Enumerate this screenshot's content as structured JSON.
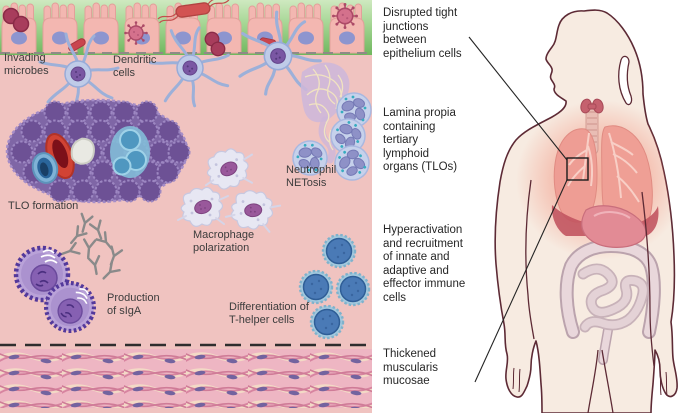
{
  "figure": {
    "type": "medical-illustration",
    "panel": {
      "labels": {
        "invading_microbes": "Invading\nmicrobes",
        "dendritic_cells": "Dendritic\ncells",
        "tlo_formation": "TLO formation",
        "neutrophil_netosis": "Neutrophil\nNETosis",
        "macrophage_polarization": "Macrophage\npolarization",
        "production_of_siga": "Production\nof sIgA",
        "differentiation_t_helper": "Differentiation of\nT-helper cells"
      }
    },
    "annotations": {
      "disrupted_junctions": "Disrupted tight\njunctions\nbetween\nepithelium cells",
      "lamina_propria_tlos": "Lamina propia\ncontaining\ntertiary\nlymphoid\norgans (TLOs)",
      "hyperactivation": "Hyperactivation\nand recruitment\nof innate and\nadaptive and\neffector immune\ncells",
      "thickened_muscularis": "Thickened\nmuscularis\nmucosae"
    },
    "colors": {
      "label_text": "#3c3c3c",
      "annotation_text": "#262626",
      "lamina_propria_pink": "#f0c3c0",
      "epithelium_green": "#7cc163",
      "epithelial_cell_pink": "#f3b7b1",
      "tlo_purple": "#7f66a6",
      "microbe_red": "#a83d5c",
      "dendritic_cell_blue": "#bfcbe8",
      "neutrophil_blue": "#c6d1eb",
      "t_helper_blue": "#4a7ab6",
      "plasma_cell_purple": "#b9a2d8",
      "muscle_pink": "#eeb6c3",
      "body_fill": "#f7ebe1",
      "body_outline": "#5d2a35",
      "lung_pink": "#ee9d94",
      "leader_line": "#242424"
    }
  }
}
